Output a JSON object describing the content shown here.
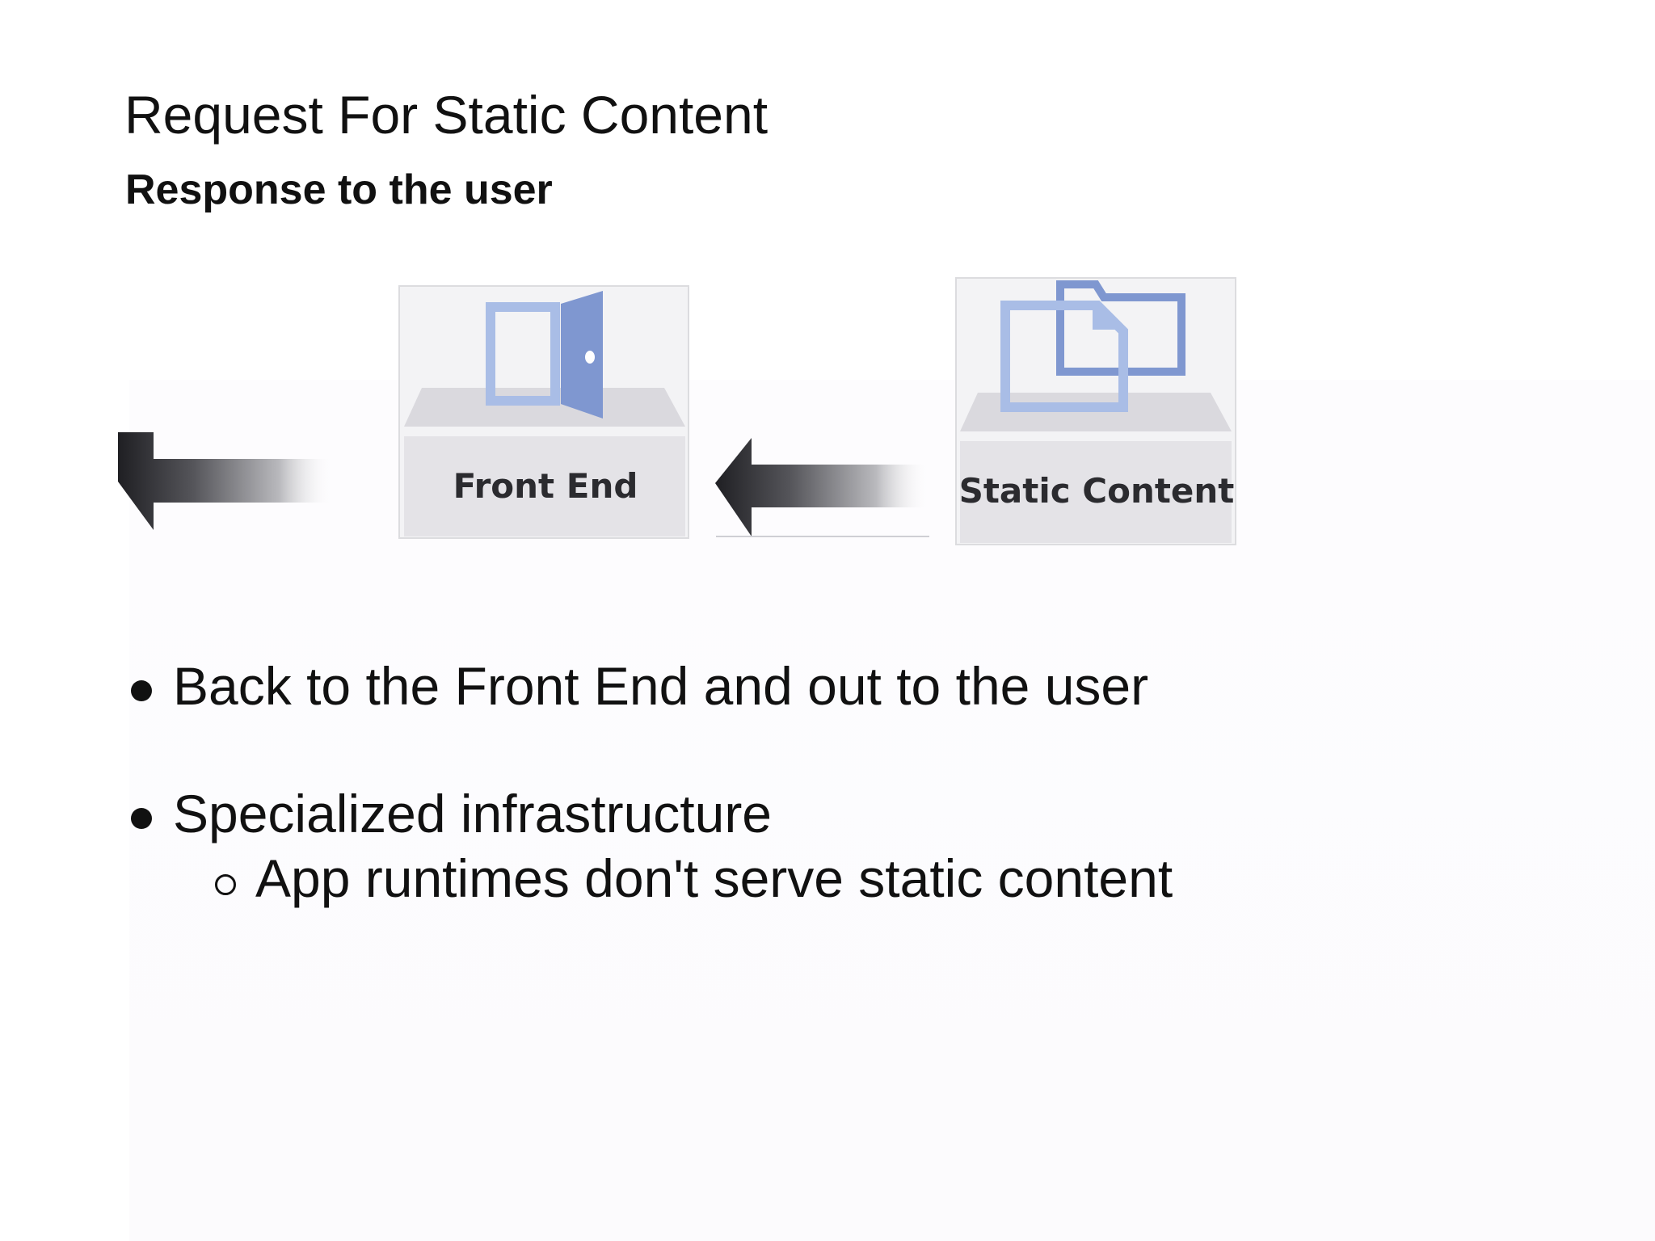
{
  "slide": {
    "title": "Request For Static Content",
    "subtitle": "Response to the user"
  },
  "diagram": {
    "nodes": [
      {
        "id": "front-end",
        "label": "Front End",
        "icon": "door-icon"
      },
      {
        "id": "static-content",
        "label": "Static Content",
        "icon": "folder-icon"
      }
    ],
    "edges": [
      {
        "from": "static-content",
        "to": "front-end",
        "direction": "left"
      },
      {
        "from": "front-end",
        "to": "user",
        "direction": "left"
      }
    ],
    "colors": {
      "icon_light": "#a9bde6",
      "icon_dark": "#7f97d0",
      "box_fill": "#e4e3e7",
      "box_top": "#dad9de",
      "arrow_dark": "#2a2a2e"
    }
  },
  "bullets": [
    {
      "text": "Back to the Front End and out to the user",
      "level": 1
    },
    {
      "text": "Specialized infrastructure",
      "level": 1
    },
    {
      "text": "App runtimes don't serve static content",
      "level": 2
    }
  ]
}
